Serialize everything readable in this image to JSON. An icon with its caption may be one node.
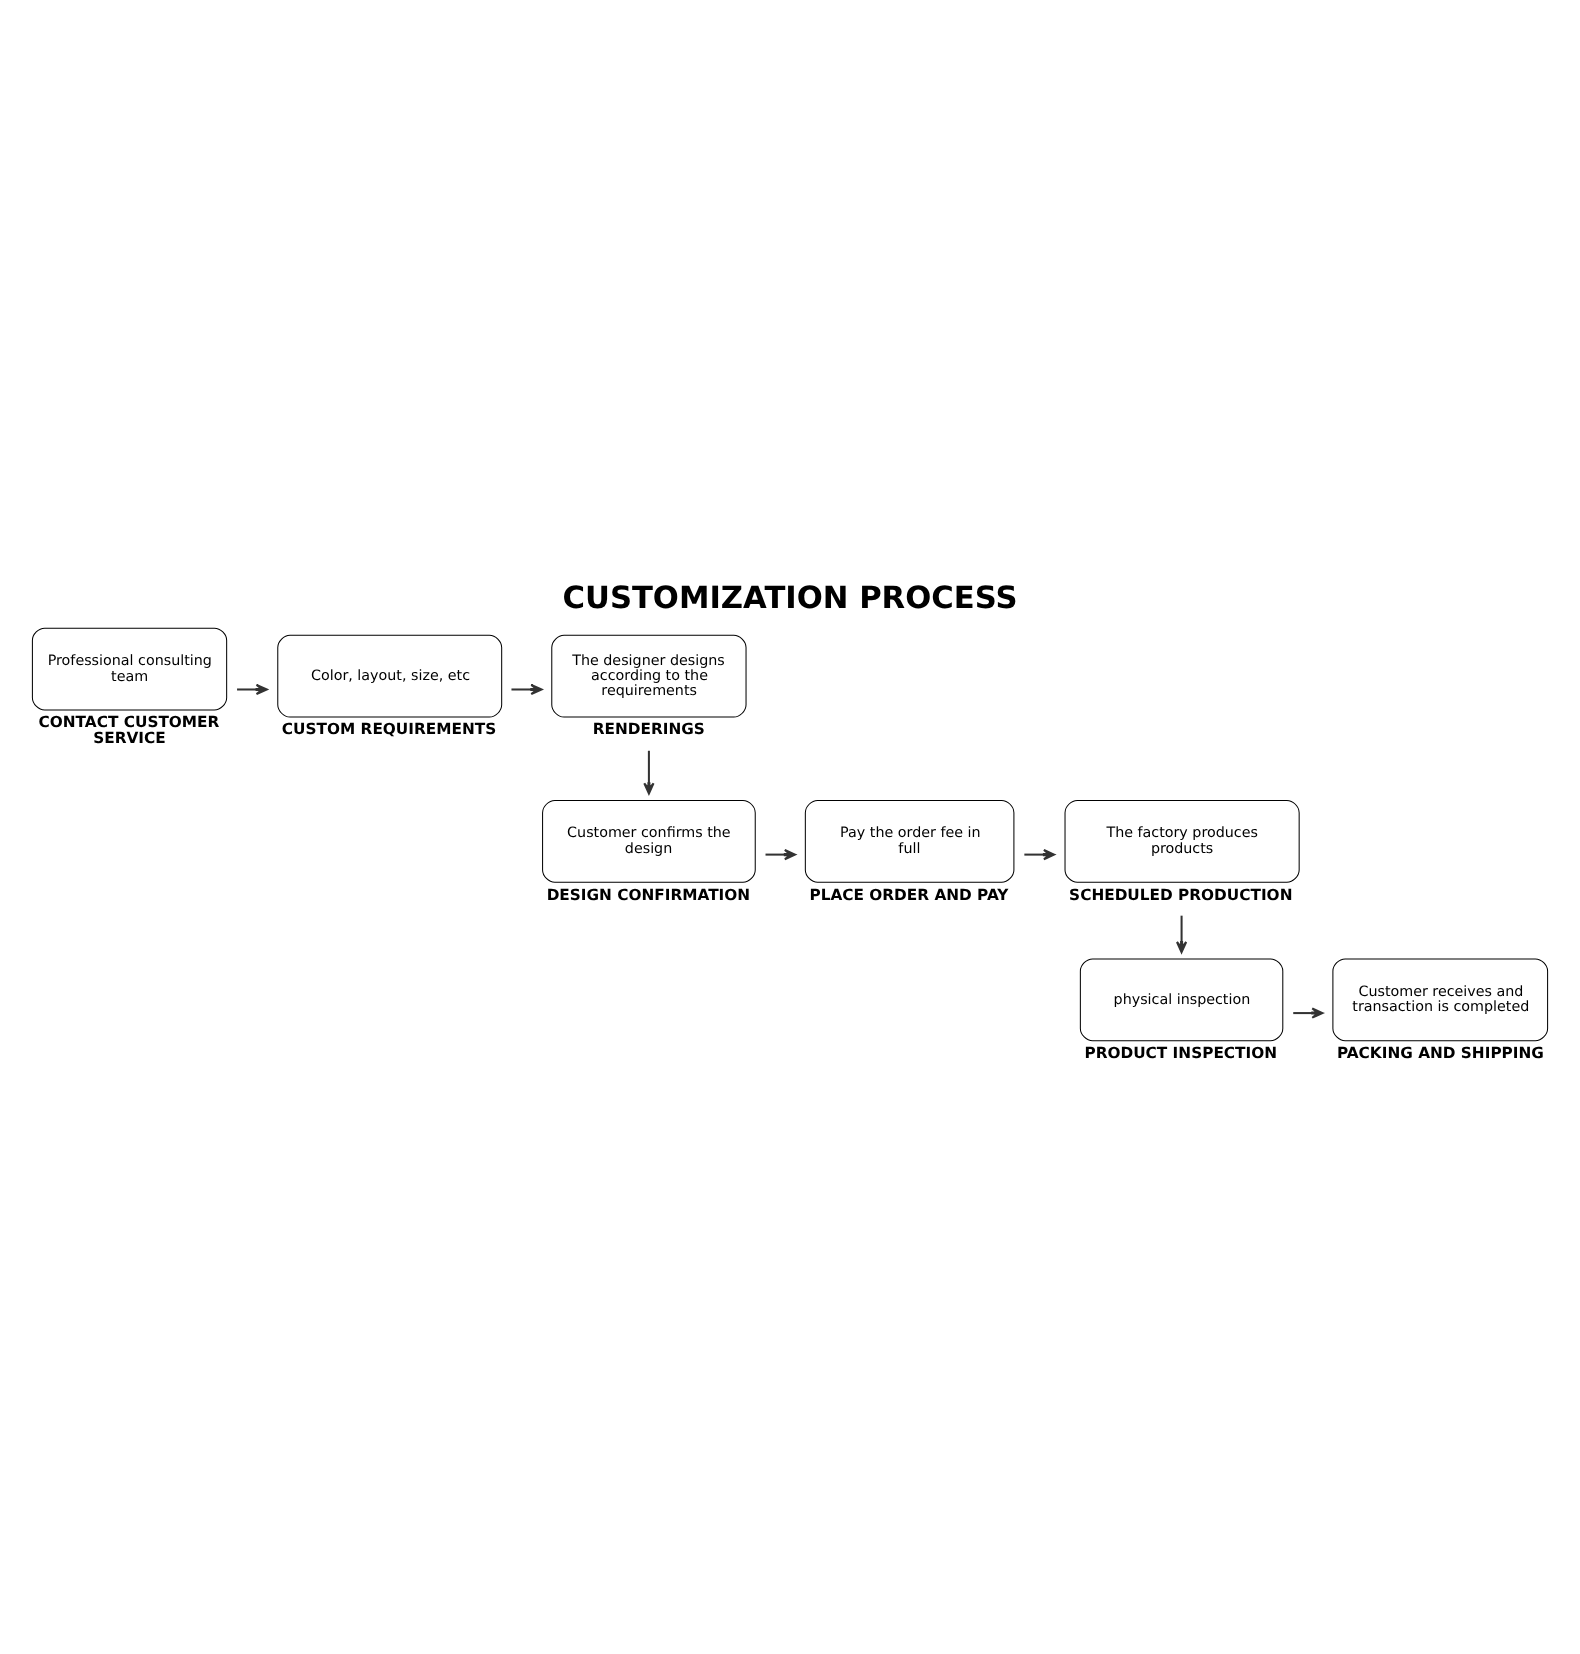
{
  "diagram": {
    "title": "CUSTOMIZATION PROCESS",
    "nodes": [
      {
        "text": [
          "Professional consulting team",
          "CONTACT CUSTOMER SERVICE"
        ]
      },
      {
        "text": [
          "Color, layout, size, etc",
          "CUSTOM REQUIREMENTS"
        ]
      },
      {
        "text": [
          "The designer designs according to the requirements",
          "RENDERINGS"
        ]
      },
      {
        "text": [
          "Customer confirms the design",
          "DESIGN CONFIRMATION"
        ]
      },
      {
        "text": [
          "Pay the order fee in full",
          "PLACE ORDER AND PAY"
        ]
      },
      {
        "text": [
          "The factory produces products",
          "SCHEDULED PRODUCTION"
        ]
      },
      {
        "text": [
          "physical inspection",
          "PRODUCT INSPECTION"
        ]
      },
      {
        "text": [
          "Customer receives and transaction is completed",
          "PACKING AND SHIPPING"
        ]
      }
    ],
    "edges": [
      {
        "from": 0,
        "to": 1,
        "arrow": "to"
      },
      {
        "from": 1,
        "to": 2,
        "arrow": "to"
      },
      {
        "from": 2,
        "to": 3,
        "arrow": "to"
      },
      {
        "from": 3,
        "to": 4,
        "arrow": "to"
      },
      {
        "from": 4,
        "to": 5,
        "arrow": "to"
      },
      {
        "from": 5,
        "to": 6,
        "arrow": "to"
      },
      {
        "from": 6,
        "to": 7,
        "arrow": "to"
      }
    ]
  }
}
